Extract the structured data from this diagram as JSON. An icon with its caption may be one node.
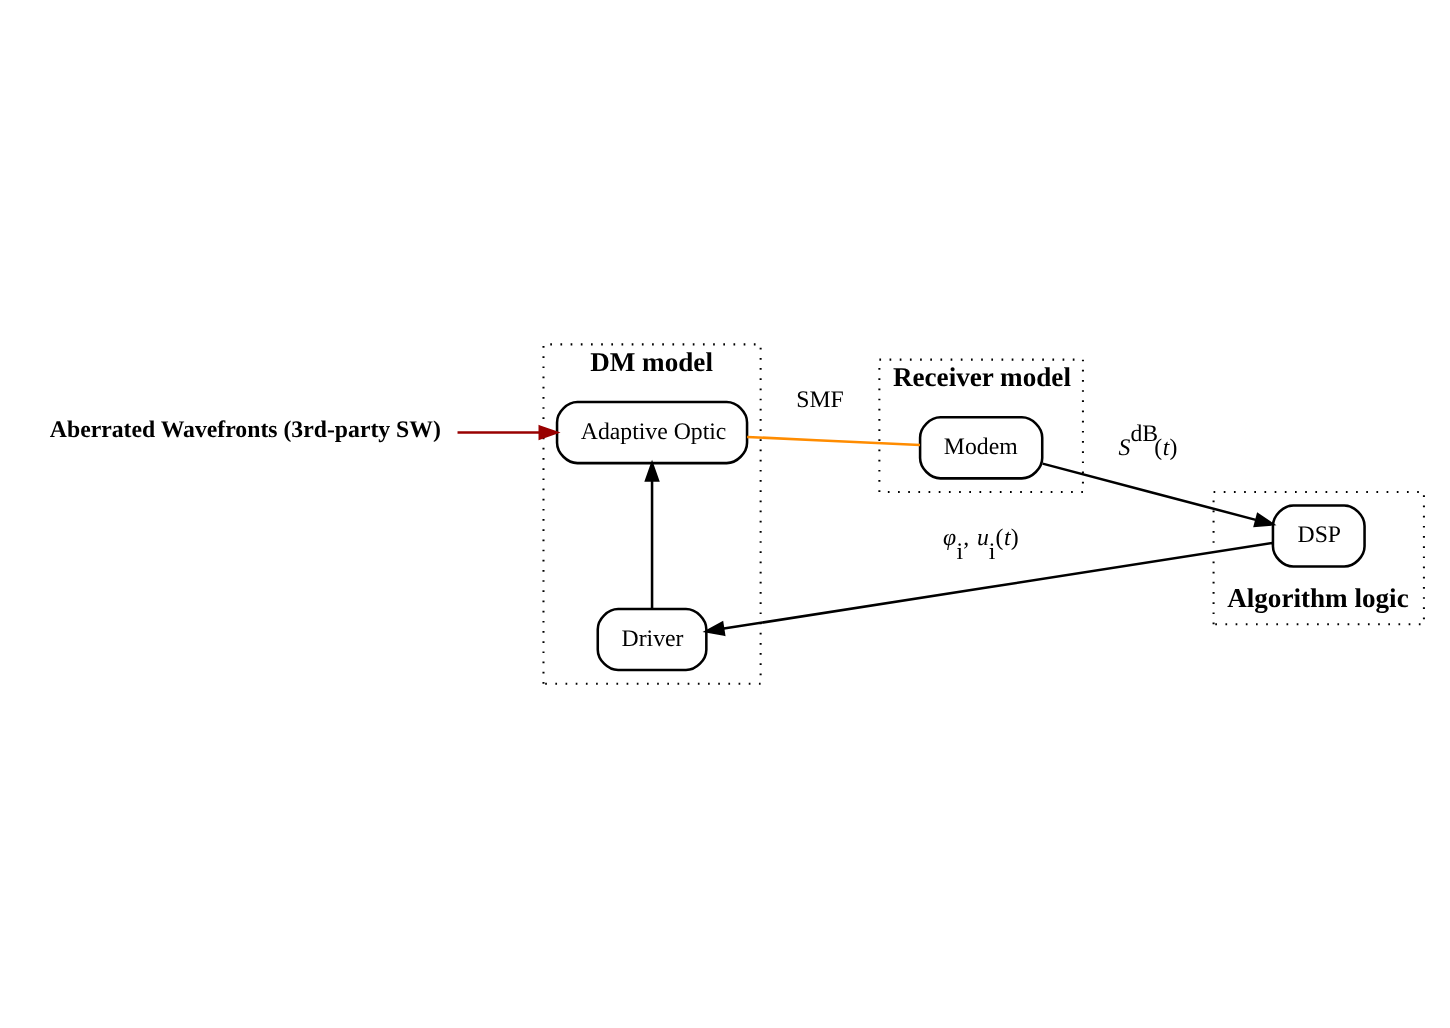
{
  "diagram": {
    "nodes": [
      {
        "text": [
          "DM model"
        ]
      },
      {
        "text": [
          "Adaptive Optic"
        ],
        "in": 0
      },
      {
        "text": [
          "Driver"
        ],
        "in": 0
      },
      {
        "text": [
          "Receiver model"
        ]
      },
      {
        "text": [
          "Modem"
        ],
        "in": 3
      },
      {
        "text": [
          "Algorithm logic"
        ]
      },
      {
        "text": [
          "DSP"
        ],
        "in": 5
      },
      {
        "text": [
          "Aberrated Wavefronts (3rd-party SW)"
        ]
      }
    ],
    "edges": [
      {
        "from": 7,
        "to": 1,
        "arrow": "to",
        "color": "#990000"
      },
      {
        "from": 1,
        "to": 4,
        "arrow": "none",
        "label": "SMF",
        "color": "#ff8c00"
      },
      {
        "from": 4,
        "to": 6,
        "arrow": "to",
        "label": "*S*$^{dB}$(*t*)"
      },
      {
        "from": 6,
        "to": 2,
        "arrow": "to",
        "label": "*φ*$_{i}$, *u*$_{i}$(*t*)"
      },
      {
        "from": 2,
        "to": 1,
        "arrow": "to"
      }
    ]
  }
}
